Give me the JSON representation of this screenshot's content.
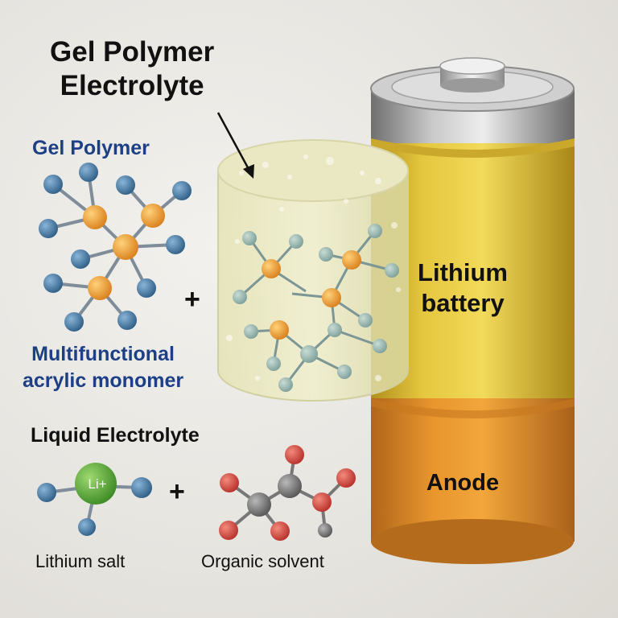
{
  "title": {
    "line1": "Gel Polymer",
    "line2": "Electrolyte"
  },
  "labels": {
    "gel_polymer": "Gel Polymer",
    "monomer_line1": "Multifunctional",
    "monomer_line2": "acrylic monomer",
    "liquid_electrolyte": "Liquid Electrolyte",
    "lithium_salt": "Lithium salt",
    "organic_solvent": "Organic solvent",
    "battery_line1": "Lithium",
    "battery_line2": "battery",
    "anode": "Anode",
    "plus": "+",
    "li_ion": "Li+"
  },
  "colors": {
    "gel_node": "#e6962b",
    "polymer_node": "#3d6f98",
    "gel_blue": "#1d3f86",
    "lithium_node": "#56a83a",
    "solvent_red": "#d8483b",
    "solvent_carbon": "#7d7d7d",
    "battery_yellow": "#e1c23a",
    "battery_orange": "#e08f2a",
    "battery_cap": "#b7b7b7"
  }
}
